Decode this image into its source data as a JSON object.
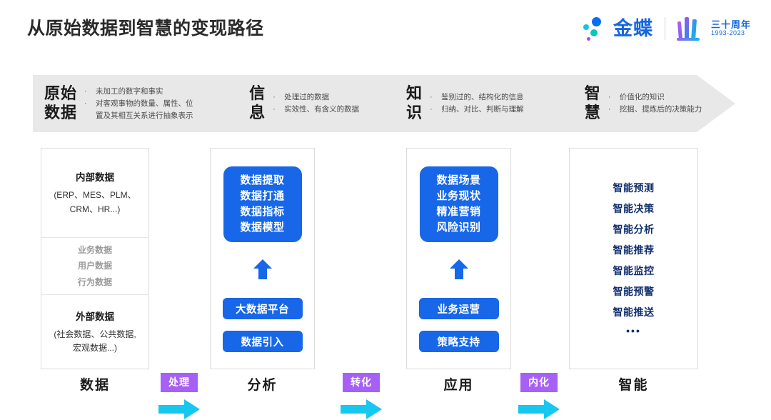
{
  "header": {
    "title": "从原始数据到智慧的变现路径",
    "logo": {
      "wordmark": "金蝶",
      "anniversary_cn": "三十周年",
      "anniversary_years": "1993-2023"
    }
  },
  "banner": {
    "stages": [
      {
        "name": "原始\n数据",
        "bullets": [
          "未加工的数字和事实",
          "对客观事物的数量、属性、位\n置及其相互关系进行抽象表示"
        ]
      },
      {
        "name": "信\n息",
        "bullets": [
          "处理过的数据",
          "实效性、有含义的数据"
        ]
      },
      {
        "name": "知\n识",
        "bullets": [
          "鉴别过的、结构化的信息",
          "归纳、对比、判断与理解"
        ]
      },
      {
        "name": "智\n慧",
        "bullets": [
          "价值化的知识",
          "挖掘、提炼后的决策能力"
        ]
      }
    ]
  },
  "columns": {
    "data": {
      "bottom_label": "数据",
      "internal_title": "内部数据",
      "internal_sub": "(ERP、MES、PLM、\nCRM、HR...)",
      "middle_items": [
        "业务数据",
        "用户数据",
        "行为数据"
      ],
      "external_title": "外部数据",
      "external_sub": "(社会数据、公共数据,\n宏观数据...)"
    },
    "analysis": {
      "bottom_label": "分析",
      "main_box": "数据提取\n数据打通\n数据指标\n数据模型",
      "pill_a": "大数据平台",
      "pill_b": "数据引入"
    },
    "application": {
      "bottom_label": "应用",
      "main_box": "数据场景\n业务现状\n精准营销\n风险识别",
      "pill_a": "业务运营",
      "pill_b": "策略支持"
    },
    "intelligence": {
      "bottom_label": "智能",
      "items": [
        "智能预测",
        "智能决策",
        "智能分析",
        "智能推荐",
        "智能监控",
        "智能预警",
        "智能推送"
      ],
      "ellipsis": "•••"
    }
  },
  "connectors": [
    {
      "label": "处理"
    },
    {
      "label": "转化"
    },
    {
      "label": "内化"
    }
  ],
  "colors": {
    "brand_blue": "#1566e0",
    "box_blue": "#1767e8",
    "badge_purple": "#a760f5",
    "arrow_cyan": "#16c8f0",
    "banner_gray": "#e8e8e8",
    "navy_text": "#12306e"
  }
}
